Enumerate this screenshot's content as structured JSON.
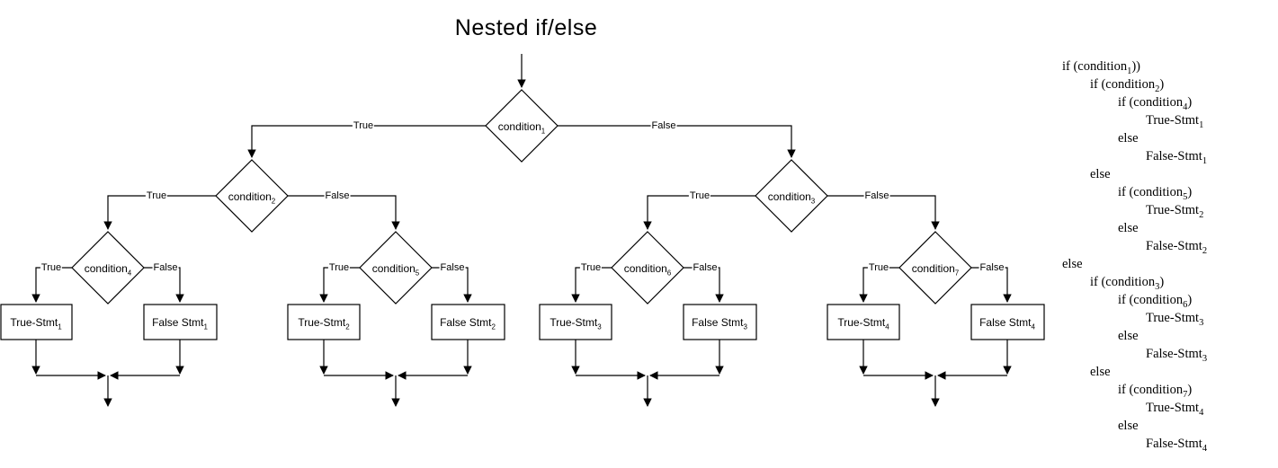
{
  "title": "Nested if/else",
  "colors": {
    "line": "#000000",
    "node_fill": "#ffffff",
    "text": "#000000",
    "background": "#ffffff"
  },
  "flowchart": {
    "labels": {
      "true": "True",
      "false": "False"
    },
    "diamonds": [
      {
        "pre": "condition",
        "sub": "1"
      },
      {
        "pre": "condition",
        "sub": "2"
      },
      {
        "pre": "condition",
        "sub": "3"
      },
      {
        "pre": "condition",
        "sub": "4"
      },
      {
        "pre": "condition",
        "sub": "5"
      },
      {
        "pre": "condition",
        "sub": "6"
      },
      {
        "pre": "condition",
        "sub": "7"
      }
    ],
    "boxes": [
      {
        "pre": "True-Stmt",
        "sub": "1"
      },
      {
        "pre": "False Stmt",
        "sub": "1"
      },
      {
        "pre": "True-Stmt",
        "sub": "2"
      },
      {
        "pre": "False Stmt",
        "sub": "2"
      },
      {
        "pre": "True-Stmt",
        "sub": "3"
      },
      {
        "pre": "False Stmt",
        "sub": "3"
      },
      {
        "pre": "True-Stmt",
        "sub": "4"
      },
      {
        "pre": "False Stmt",
        "sub": "4"
      }
    ]
  },
  "code": {
    "lines": [
      {
        "indent": 0,
        "pre": "if (condition",
        "sub": "1",
        "post": "))"
      },
      {
        "indent": 1,
        "pre": "if (condition",
        "sub": "2",
        "post": ")"
      },
      {
        "indent": 2,
        "pre": "if (condition",
        "sub": "4",
        "post": ")"
      },
      {
        "indent": 3,
        "pre": "True-Stmt",
        "sub": "1",
        "post": ""
      },
      {
        "indent": 2,
        "pre": "else",
        "sub": "",
        "post": ""
      },
      {
        "indent": 3,
        "pre": "False-Stmt",
        "sub": "1",
        "post": ""
      },
      {
        "indent": 1,
        "pre": "else",
        "sub": "",
        "post": ""
      },
      {
        "indent": 2,
        "pre": "if (condition",
        "sub": "5",
        "post": ")"
      },
      {
        "indent": 3,
        "pre": "True-Stmt",
        "sub": "2",
        "post": ""
      },
      {
        "indent": 2,
        "pre": "else",
        "sub": "",
        "post": ""
      },
      {
        "indent": 3,
        "pre": "False-Stmt",
        "sub": "2",
        "post": ""
      },
      {
        "indent": 0,
        "pre": "else",
        "sub": "",
        "post": ""
      },
      {
        "indent": 1,
        "pre": "if (condition",
        "sub": "3",
        "post": ")"
      },
      {
        "indent": 2,
        "pre": "if (condition",
        "sub": "6",
        "post": ")"
      },
      {
        "indent": 3,
        "pre": "True-Stmt",
        "sub": "3",
        "post": ""
      },
      {
        "indent": 2,
        "pre": "else",
        "sub": "",
        "post": ""
      },
      {
        "indent": 3,
        "pre": "False-Stmt",
        "sub": "3",
        "post": ""
      },
      {
        "indent": 1,
        "pre": "else",
        "sub": "",
        "post": ""
      },
      {
        "indent": 2,
        "pre": "if (condition",
        "sub": "7",
        "post": ")"
      },
      {
        "indent": 3,
        "pre": "True-Stmt",
        "sub": "4",
        "post": ""
      },
      {
        "indent": 2,
        "pre": "else",
        "sub": "",
        "post": ""
      },
      {
        "indent": 3,
        "pre": "False-Stmt",
        "sub": "4",
        "post": ""
      }
    ]
  }
}
